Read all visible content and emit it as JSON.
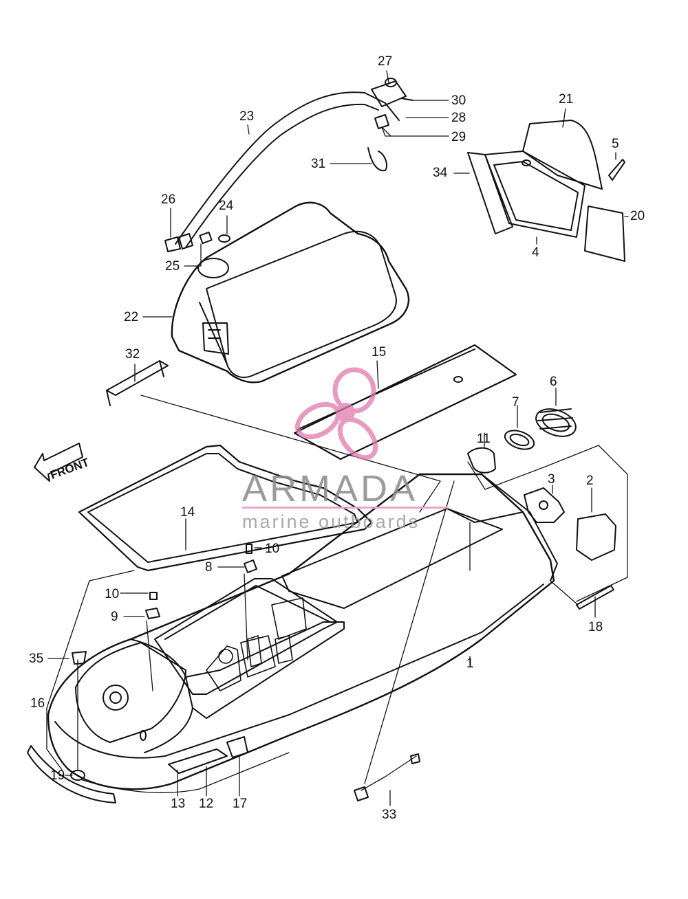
{
  "diagram": {
    "front_label": "FRONT",
    "callouts": [
      {
        "id": "1",
        "label": "1"
      },
      {
        "id": "2",
        "label": "2"
      },
      {
        "id": "3",
        "label": "3"
      },
      {
        "id": "4",
        "label": "4"
      },
      {
        "id": "5",
        "label": "5"
      },
      {
        "id": "6",
        "label": "6"
      },
      {
        "id": "7",
        "label": "7"
      },
      {
        "id": "8",
        "label": "8"
      },
      {
        "id": "9",
        "label": "9"
      },
      {
        "id": "10a",
        "label": "10"
      },
      {
        "id": "10b",
        "label": "10"
      },
      {
        "id": "11",
        "label": "11"
      },
      {
        "id": "12",
        "label": "12"
      },
      {
        "id": "13",
        "label": "13"
      },
      {
        "id": "14",
        "label": "14"
      },
      {
        "id": "15",
        "label": "15"
      },
      {
        "id": "16",
        "label": "16"
      },
      {
        "id": "17",
        "label": "17"
      },
      {
        "id": "18",
        "label": "18"
      },
      {
        "id": "19",
        "label": "19"
      },
      {
        "id": "20",
        "label": "20"
      },
      {
        "id": "21",
        "label": "21"
      },
      {
        "id": "22",
        "label": "22"
      },
      {
        "id": "23",
        "label": "23"
      },
      {
        "id": "24",
        "label": "24"
      },
      {
        "id": "25",
        "label": "25"
      },
      {
        "id": "26",
        "label": "26"
      },
      {
        "id": "27",
        "label": "27"
      },
      {
        "id": "28",
        "label": "28"
      },
      {
        "id": "29",
        "label": "29"
      },
      {
        "id": "30",
        "label": "30"
      },
      {
        "id": "31",
        "label": "31"
      },
      {
        "id": "32",
        "label": "32"
      },
      {
        "id": "33",
        "label": "33"
      },
      {
        "id": "34",
        "label": "34"
      },
      {
        "id": "35",
        "label": "35"
      }
    ]
  },
  "watermark": {
    "title": "ARMADA",
    "subtitle": "marine outboards",
    "accent_color": "#e07aab"
  },
  "colors": {
    "line": "#111111",
    "background": "#ffffff"
  }
}
